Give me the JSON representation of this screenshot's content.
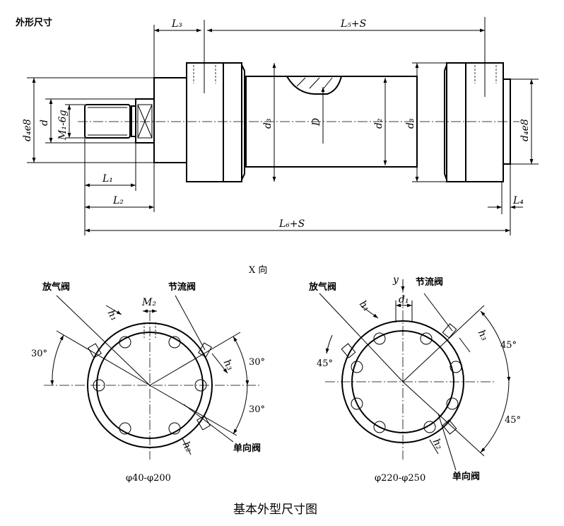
{
  "header": {
    "section_label": "外形尺寸"
  },
  "top_view": {
    "dims": {
      "L3": "L₃",
      "L5S": "L₅+S",
      "L1": "L₁",
      "L2": "L₂",
      "L6S": "L₆+S",
      "L4": "L₄",
      "d4e8_left": "d₄e8",
      "d": "d",
      "M1": "M₁-6g",
      "d3_left": "d₃",
      "D": "D",
      "d2": "d₂",
      "d3_right": "d₃",
      "d4e8_right": "d₄e8"
    }
  },
  "view_label": "X 向",
  "left_section": {
    "vent_valve": "放气阀",
    "throttle_valve": "节流阀",
    "check_valve": "单向阀",
    "M2": "M₂",
    "h1": "h₁",
    "h2": "h₂",
    "h3": "h₃",
    "angle_left": "30°",
    "angle_right_top": "30°",
    "angle_right_bottom": "30°",
    "range": "φ40-φ200"
  },
  "right_section": {
    "vent_valve": "放气阀",
    "throttle_valve": "节流阀",
    "check_valve": "单向阀",
    "d1": "d₁",
    "y": "y",
    "h1": "h₁",
    "h2": "h₂",
    "h3": "h₃",
    "angle_left": "45°",
    "angle_right_top": "45°",
    "angle_right_bottom": "45°",
    "range": "φ220-φ250"
  },
  "caption": "基本外型尺寸图"
}
